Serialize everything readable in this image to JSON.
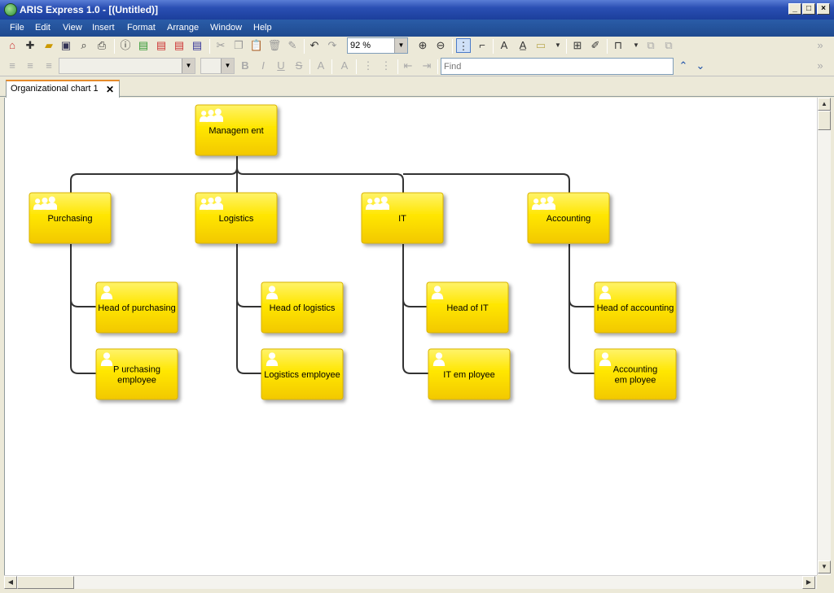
{
  "window": {
    "title": "ARIS Express 1.0 - [(Untitled)]"
  },
  "menu": [
    "File",
    "Edit",
    "View",
    "Insert",
    "Format",
    "Arrange",
    "Window",
    "Help"
  ],
  "toolbar": {
    "zoom": "92 %",
    "find_placeholder": "Find"
  },
  "tabs": [
    {
      "label": "Organizational chart 1",
      "active": true
    }
  ],
  "nodes": [
    {
      "id": "management",
      "lines": [
        "Managem ent"
      ],
      "kind": "group"
    },
    {
      "id": "purchasing",
      "lines": [
        "Purchasing"
      ],
      "kind": "group"
    },
    {
      "id": "logistics",
      "lines": [
        "Logistics"
      ],
      "kind": "group"
    },
    {
      "id": "it",
      "lines": [
        "IT"
      ],
      "kind": "group"
    },
    {
      "id": "accounting",
      "lines": [
        "Accounting"
      ],
      "kind": "group"
    },
    {
      "id": "head-purchasing",
      "lines": [
        "Head of purchasing"
      ],
      "kind": "person"
    },
    {
      "id": "purchasing-employee",
      "lines": [
        "P urchasing",
        "employee"
      ],
      "kind": "person"
    },
    {
      "id": "head-logistics",
      "lines": [
        "Head of logistics"
      ],
      "kind": "person"
    },
    {
      "id": "logistics-employee",
      "lines": [
        "Logistics employee"
      ],
      "kind": "person"
    },
    {
      "id": "head-it",
      "lines": [
        "Head of IT"
      ],
      "kind": "person"
    },
    {
      "id": "it-employee",
      "lines": [
        "IT em ployee"
      ],
      "kind": "person"
    },
    {
      "id": "head-accounting",
      "lines": [
        "Head of accounting"
      ],
      "kind": "person"
    },
    {
      "id": "accounting-employee",
      "lines": [
        "Accounting",
        "em ployee"
      ],
      "kind": "person"
    }
  ],
  "colors": {
    "node_fill": "#ffe100",
    "node_edge": "#d9b400",
    "connector": "#333333"
  }
}
